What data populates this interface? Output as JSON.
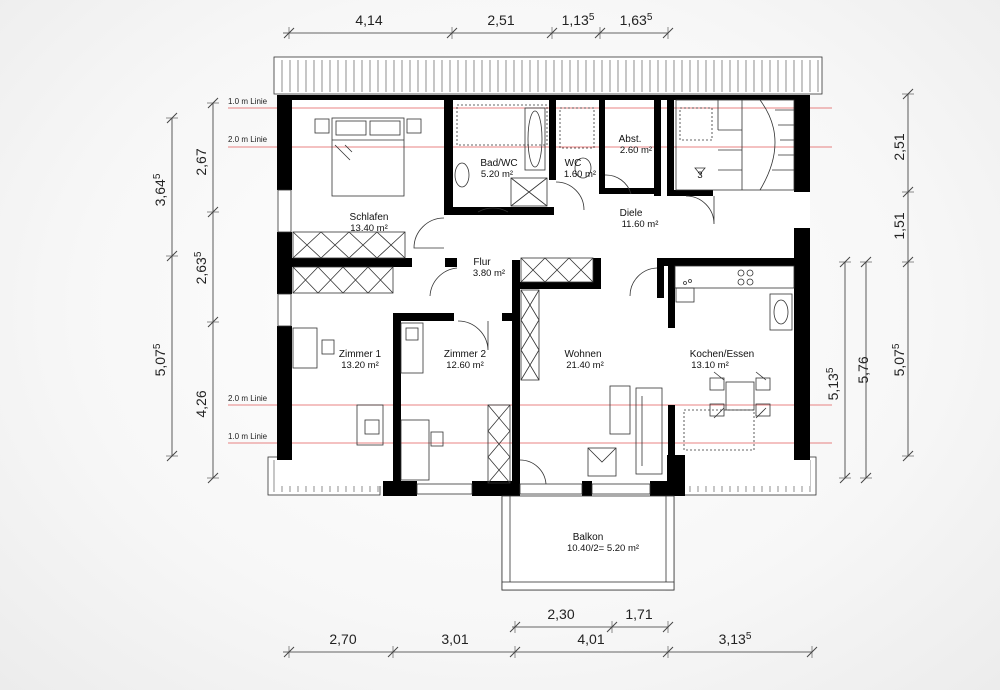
{
  "rooms": [
    {
      "name": "Schlafen",
      "area": "13.40 m²"
    },
    {
      "name": "Bad/WC",
      "area": "5.20 m²"
    },
    {
      "name": "WC",
      "area": "1.60 m²"
    },
    {
      "name": "Abst.",
      "area": "2.60 m²"
    },
    {
      "name": "Diele",
      "area": "11.60 m²"
    },
    {
      "name": "Flur",
      "area": "3.80 m²"
    },
    {
      "name": "Zimmer 1",
      "area": "13.20 m²"
    },
    {
      "name": "Zimmer 2",
      "area": "12.60 m²"
    },
    {
      "name": "Wohnen",
      "area": "21.40 m²"
    },
    {
      "name": "Kochen/Essen",
      "area": "13.10 m²"
    },
    {
      "name": "Balkon",
      "area": "10.40/2= 5.20 m²"
    }
  ],
  "stair_number": "3",
  "height_lines": {
    "top_1m": "1.0 m Linie",
    "top_2m": "2.0 m Linie",
    "bottom_2m": "2.0 m Linie",
    "bottom_1m": "1.0 m Linie"
  },
  "dimensions": {
    "top": [
      {
        "main": "4,14",
        "sup": ""
      },
      {
        "main": "2,51",
        "sup": ""
      },
      {
        "main": "1,13",
        "sup": "5"
      },
      {
        "main": "1,63",
        "sup": "5"
      }
    ],
    "bottom_upper": [
      {
        "main": "2,30",
        "sup": ""
      },
      {
        "main": "1,71",
        "sup": ""
      }
    ],
    "bottom": [
      {
        "main": "2,70",
        "sup": ""
      },
      {
        "main": "3,01",
        "sup": ""
      },
      {
        "main": "4,01",
        "sup": ""
      },
      {
        "main": "3,13",
        "sup": "5"
      }
    ],
    "left_outer": [
      {
        "main": "3,64",
        "sup": "5"
      },
      {
        "main": "5,07",
        "sup": "5"
      }
    ],
    "left_inner": [
      {
        "main": "2,67",
        "sup": ""
      },
      {
        "main": "2,63",
        "sup": "5"
      },
      {
        "main": "4,26",
        "sup": ""
      }
    ],
    "right_inner": [
      {
        "main": "5,13",
        "sup": "5"
      }
    ],
    "right_mid": [
      {
        "main": "5,76",
        "sup": ""
      }
    ],
    "right_outer": [
      {
        "main": "2,51",
        "sup": ""
      },
      {
        "main": "1,51",
        "sup": ""
      },
      {
        "main": "5,07",
        "sup": "5"
      }
    ]
  }
}
